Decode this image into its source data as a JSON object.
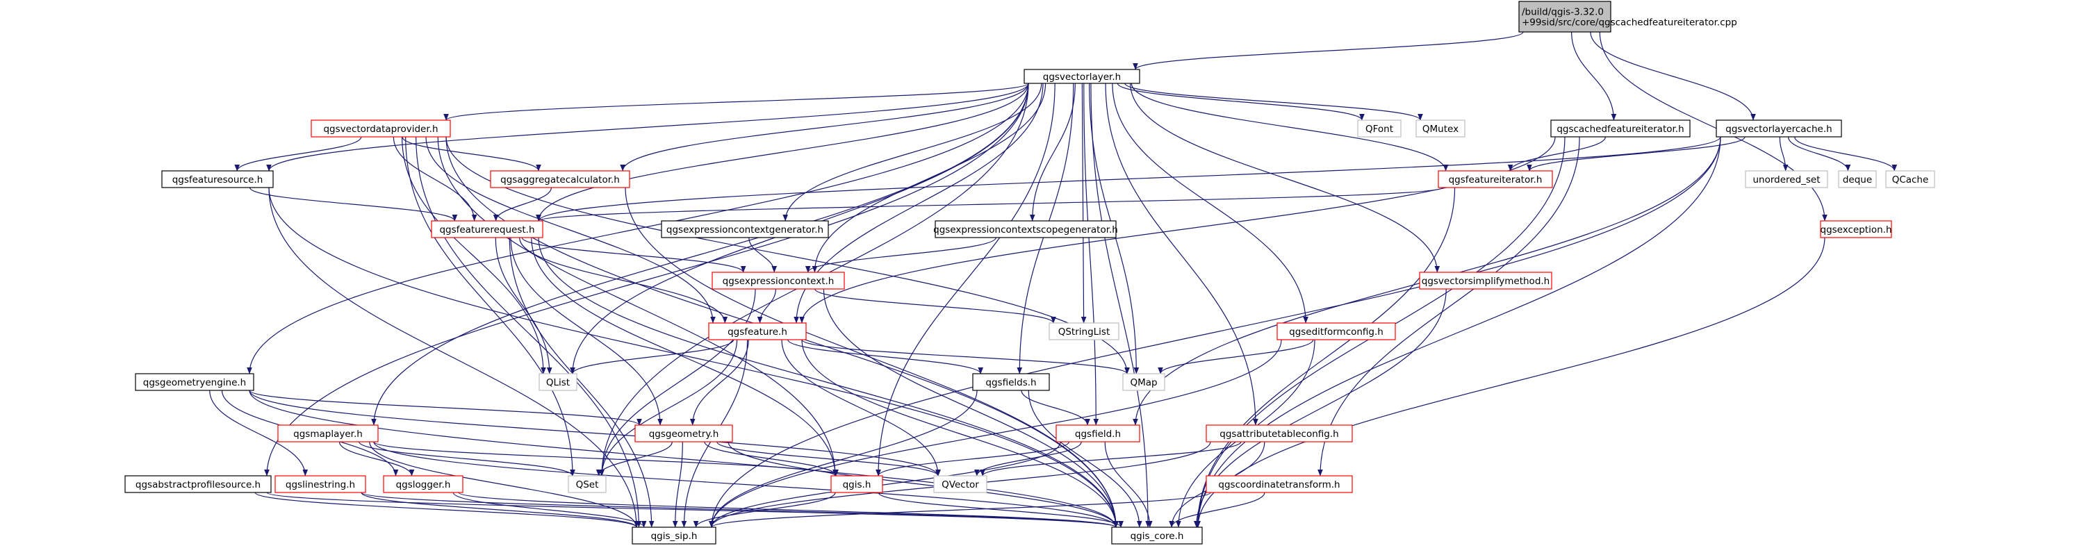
{
  "graph": {
    "colors": {
      "edge": "#191970",
      "border_normal": "#000000",
      "border_red": "#ff0000",
      "border_gray": "#bfbfbf",
      "root_fill": "#bfbfbf",
      "text": "#000000"
    },
    "nodes": [
      {
        "id": "root",
        "lines": [
          "/build/qgis-3.32.0",
          "+99sid/src/core/qgscachedfeatureiterator.cpp"
        ],
        "kind": "root"
      },
      {
        "id": "vectorlayer",
        "lines": [
          "qgsvectorlayer.h"
        ],
        "kind": "normal"
      },
      {
        "id": "cachedfeatit",
        "lines": [
          "qgscachedfeatureiterator.h"
        ],
        "kind": "normal"
      },
      {
        "id": "vectorlayercache",
        "lines": [
          "qgsvectorlayercache.h"
        ],
        "kind": "normal"
      },
      {
        "id": "exception",
        "lines": [
          "qgsexception.h"
        ],
        "kind": "red"
      },
      {
        "id": "vectordataprovider",
        "lines": [
          "qgsvectordataprovider.h"
        ],
        "kind": "red"
      },
      {
        "id": "qfont",
        "lines": [
          "QFont"
        ],
        "kind": "gray"
      },
      {
        "id": "qmutex",
        "lines": [
          "QMutex"
        ],
        "kind": "gray"
      },
      {
        "id": "featureiterator",
        "lines": [
          "qgsfeatureiterator.h"
        ],
        "kind": "red"
      },
      {
        "id": "unordered",
        "lines": [
          "unordered_set"
        ],
        "kind": "gray"
      },
      {
        "id": "deque",
        "lines": [
          "deque"
        ],
        "kind": "gray"
      },
      {
        "id": "qcache",
        "lines": [
          "QCache"
        ],
        "kind": "gray"
      },
      {
        "id": "featuresource",
        "lines": [
          "qgsfeaturesource.h"
        ],
        "kind": "normal"
      },
      {
        "id": "aggregatecalc",
        "lines": [
          "qgsaggregatecalculator.h"
        ],
        "kind": "red"
      },
      {
        "id": "featurerequest",
        "lines": [
          "qgsfeaturerequest.h"
        ],
        "kind": "red"
      },
      {
        "id": "exprctxgen",
        "lines": [
          "qgsexpressioncontextgenerator.h"
        ],
        "kind": "normal"
      },
      {
        "id": "exprctxscopegen",
        "lines": [
          "qgsexpressioncontextscopegenerator.h"
        ],
        "kind": "normal"
      },
      {
        "id": "vectorsimplify",
        "lines": [
          "qgsvectorsimplifymethod.h"
        ],
        "kind": "red"
      },
      {
        "id": "exprcontext",
        "lines": [
          "qgsexpressioncontext.h"
        ],
        "kind": "red"
      },
      {
        "id": "qstringlist",
        "lines": [
          "QStringList"
        ],
        "kind": "gray"
      },
      {
        "id": "editformconfig",
        "lines": [
          "qgseditformconfig.h"
        ],
        "kind": "red"
      },
      {
        "id": "feature",
        "lines": [
          "qgsfeature.h"
        ],
        "kind": "red"
      },
      {
        "id": "qmap",
        "lines": [
          "QMap"
        ],
        "kind": "gray"
      },
      {
        "id": "qlist",
        "lines": [
          "QList"
        ],
        "kind": "gray"
      },
      {
        "id": "geometryengine",
        "lines": [
          "qgsgeometryengine.h"
        ],
        "kind": "normal"
      },
      {
        "id": "fields",
        "lines": [
          "qgsfields.h"
        ],
        "kind": "normal"
      },
      {
        "id": "maplayer",
        "lines": [
          "qgsmaplayer.h"
        ],
        "kind": "red"
      },
      {
        "id": "geometry",
        "lines": [
          "qgsgeometry.h"
        ],
        "kind": "red"
      },
      {
        "id": "field",
        "lines": [
          "qgsfield.h"
        ],
        "kind": "red"
      },
      {
        "id": "attrtableconfig",
        "lines": [
          "qgsattributetableconfig.h"
        ],
        "kind": "red"
      },
      {
        "id": "abstractprofile",
        "lines": [
          "qgsabstractprofilesource.h"
        ],
        "kind": "normal"
      },
      {
        "id": "linestring",
        "lines": [
          "qgslinestring.h"
        ],
        "kind": "red"
      },
      {
        "id": "logger",
        "lines": [
          "qgslogger.h"
        ],
        "kind": "red"
      },
      {
        "id": "qset",
        "lines": [
          "QSet"
        ],
        "kind": "gray"
      },
      {
        "id": "qgish",
        "lines": [
          "qgis.h"
        ],
        "kind": "red"
      },
      {
        "id": "qvector",
        "lines": [
          "QVector"
        ],
        "kind": "gray"
      },
      {
        "id": "coordtransform",
        "lines": [
          "qgscoordinatetransform.h"
        ],
        "kind": "red"
      },
      {
        "id": "qgissip",
        "lines": [
          "qgis_sip.h"
        ],
        "kind": "normal"
      },
      {
        "id": "qgiscore",
        "lines": [
          "qgis_core.h"
        ],
        "kind": "normal"
      }
    ]
  }
}
